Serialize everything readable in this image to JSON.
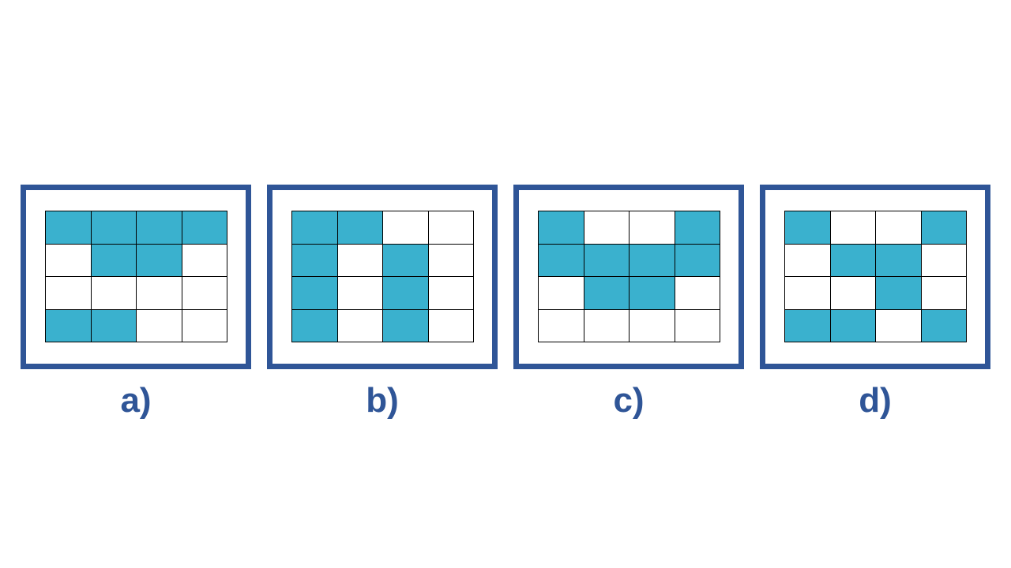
{
  "colors": {
    "frame": "#2F5597",
    "fill": "#3AB1CE",
    "empty": "#FFFFFF",
    "gridline": "#000000",
    "label": "#2F5597"
  },
  "options": [
    {
      "label": "a)",
      "cells": [
        [
          1,
          1,
          1,
          1
        ],
        [
          0,
          1,
          1,
          0
        ],
        [
          0,
          0,
          0,
          0
        ],
        [
          1,
          1,
          0,
          0
        ]
      ]
    },
    {
      "label": "b)",
      "cells": [
        [
          1,
          1,
          0,
          0
        ],
        [
          1,
          0,
          1,
          0
        ],
        [
          1,
          0,
          1,
          0
        ],
        [
          1,
          0,
          1,
          0
        ]
      ]
    },
    {
      "label": "c)",
      "cells": [
        [
          1,
          0,
          0,
          1
        ],
        [
          1,
          1,
          1,
          1
        ],
        [
          0,
          1,
          1,
          0
        ],
        [
          0,
          0,
          0,
          0
        ]
      ]
    },
    {
      "label": "d)",
      "cells": [
        [
          1,
          0,
          0,
          1
        ],
        [
          0,
          1,
          1,
          0
        ],
        [
          0,
          0,
          1,
          0
        ],
        [
          1,
          1,
          0,
          1
        ]
      ]
    }
  ]
}
